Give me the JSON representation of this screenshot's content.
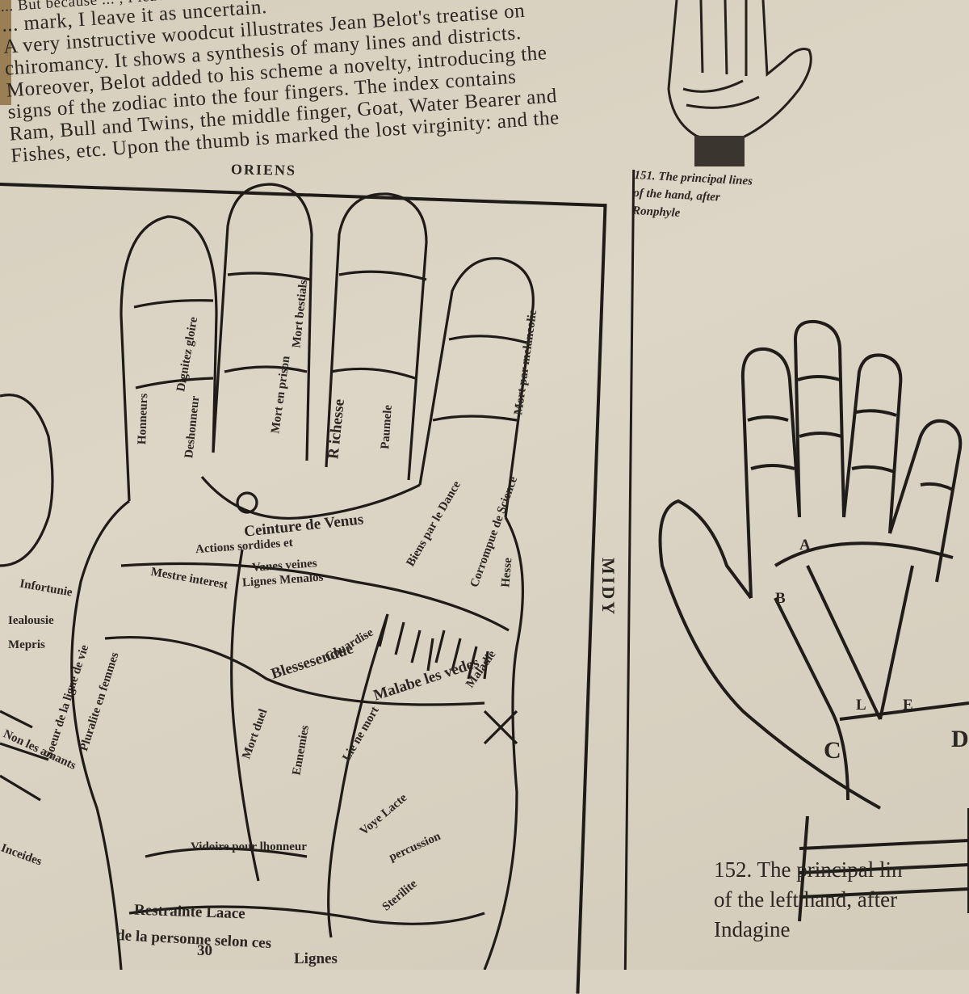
{
  "body_text": {
    "lines": [
      "... But because ... , I leave it as uncertain. ... lacked",
      "... mark, I leave it as uncertain.",
      "A very instructive woodcut illustrates Jean Belot's treatise on",
      "chiromancy. It shows a synthesis of many lines and districts.",
      "Moreover, Belot added to his scheme a novelty, introducing the",
      "signs of the zodiac into the four fingers. The index contains",
      "Ram, Bull and Twins, the middle finger, Goat, Water Bearer and",
      "Fishes, etc. Upon the thumb is marked the lost virginity: and the"
    ]
  },
  "figure_left": {
    "top_label": "ORIENS",
    "side_label": "MIDY",
    "labels": [
      "Honneurs",
      "Dignitez gloire",
      "Mort en prison",
      "Mort bestials",
      "R ichesse",
      "Paumele",
      "Mort par melancolie",
      "Deshonneur",
      "Ceinture de Venus",
      "Actions sordides et",
      "Vanes veines",
      "Lignes Menalos",
      "Mestre interest",
      "Biens par le Dance",
      "Corrompue de Science",
      "Hesse",
      "Infortunie",
      "Iealousie",
      "Mepris",
      "Pluralite en femmes",
      "Soeur de la ligne de vie",
      "Blessesendue",
      "Couardise",
      "Malabe les vedes",
      "Maladie",
      "Lie ne mort",
      "Mort duel",
      "Ennemies",
      "Vidoire pour lhonneur",
      "Voye Lacte",
      "percussion",
      "Sterilite",
      "Restrainte Laace",
      "de la personne selon ces",
      "Lignes",
      "30",
      "Inceides",
      "Non les amants"
    ]
  },
  "figure_151": {
    "caption_lines": [
      "151. The principal lines",
      "of the hand, after",
      "Ronphyle"
    ]
  },
  "figure_152": {
    "caption_lines": [
      "152. The principal lin",
      "of the left hand, after",
      "Indagine"
    ],
    "letters": [
      "A",
      "B",
      "C",
      "D",
      "E",
      "L"
    ]
  }
}
